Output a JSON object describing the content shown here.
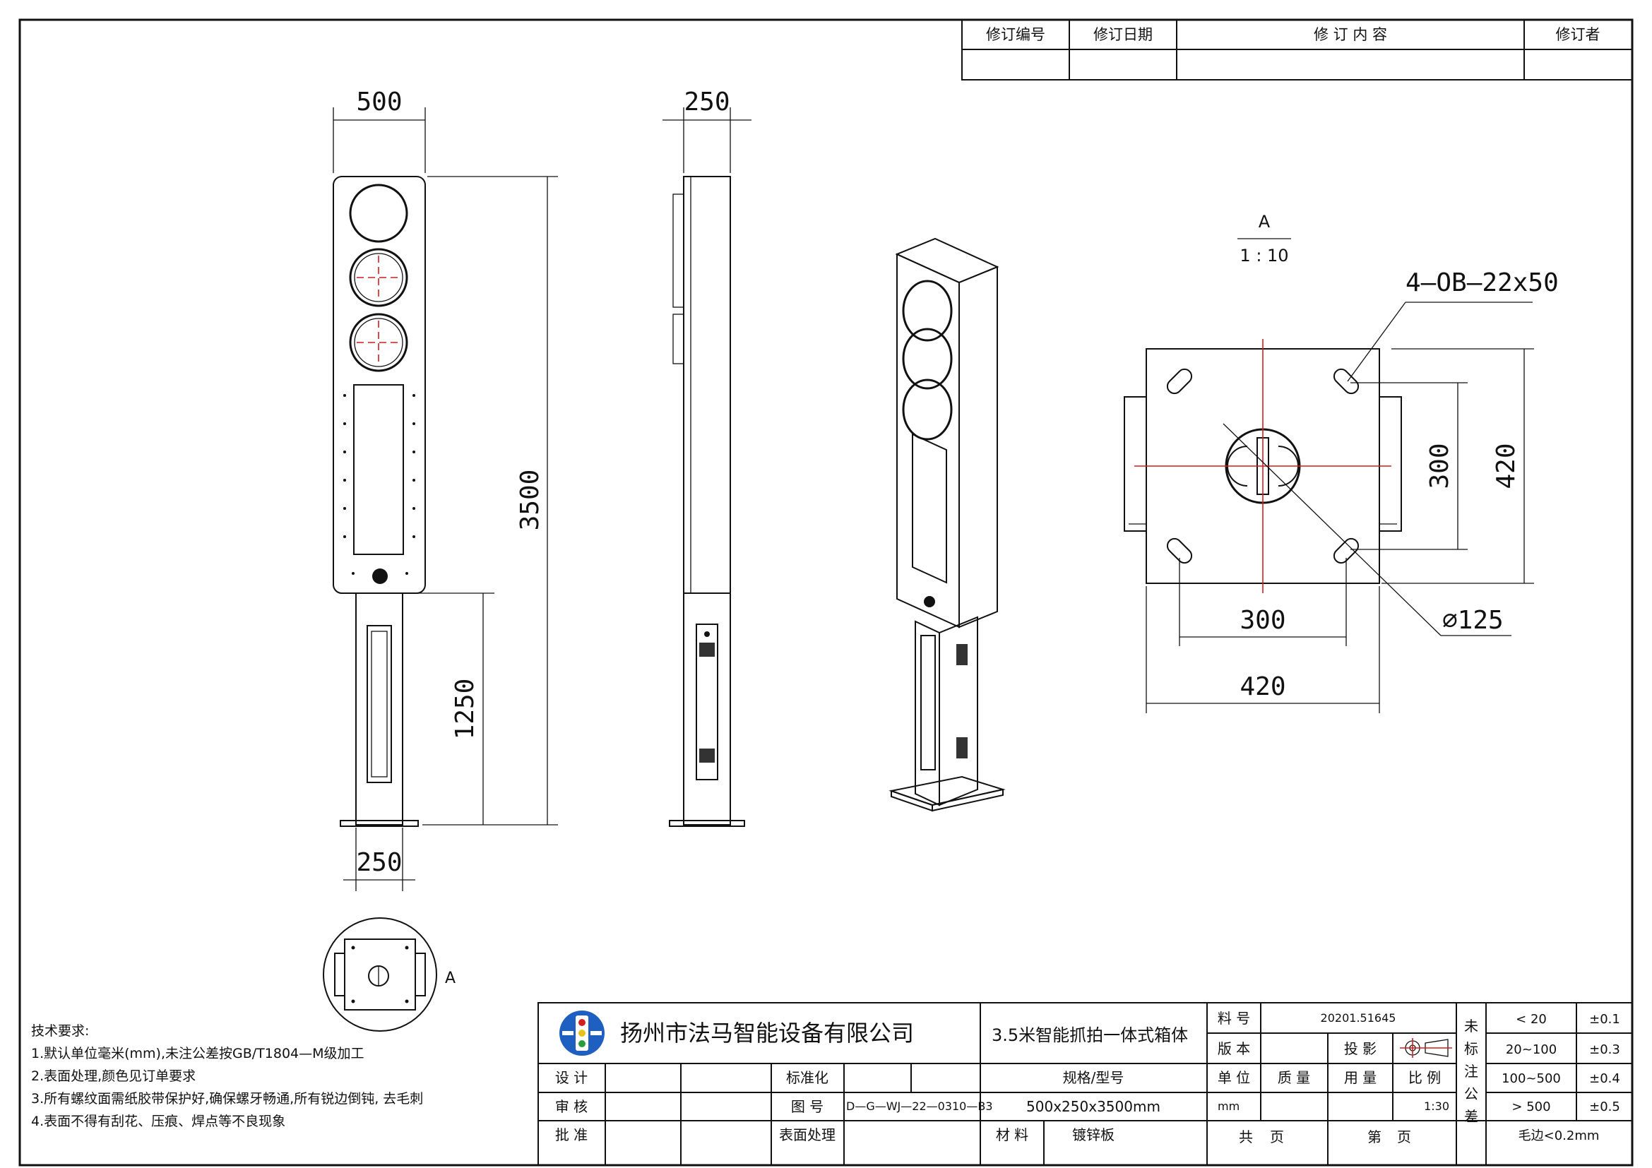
{
  "revision_table": {
    "headers": [
      "修订编号",
      "修订日期",
      "修 订 内 容",
      "修订者"
    ]
  },
  "front_view": {
    "dim_width": "500",
    "dim_height": "3500",
    "dim_pole_height": "1250",
    "dim_pole_width": "250"
  },
  "side_view": {
    "dim_depth": "250"
  },
  "base_plan_small": {
    "label": "A"
  },
  "detail_a": {
    "label": "A",
    "scale": "1 : 10",
    "hole_callout": "4—OB—22x50",
    "dim_inner_v": "300",
    "dim_outer_v": "420",
    "dim_inner_h": "300",
    "dim_outer_h": "420",
    "dim_diameter": "⌀125"
  },
  "tech_requirements": {
    "title": "技术要求:",
    "items": [
      "1.默认单位毫米(mm),未注公差按GB/T1804—M级加工",
      "2.表面处理,颜色见订单要求",
      "3.所有螺纹面需纸胶带保护好,确保螺牙畅通,所有锐边倒钝, 去毛刺",
      "4.表面不得有刮花、压痕、焊点等不良现象"
    ]
  },
  "title_block": {
    "company": "扬州市法马智能设备有限公司",
    "product_name": "3.5米智能抓拍一体式箱体",
    "labels": {
      "design": "设 计",
      "review": "审 核",
      "approve": "批 准",
      "standardize": "标准化",
      "drawing_no": "图 号",
      "surface": "表面处理",
      "spec": "规格/型号",
      "material": "材 料",
      "part_no": "料 号",
      "version": "版 本",
      "projection": "投 影",
      "unit": "单 位",
      "mass": "质 量",
      "usage": "用 量",
      "scale": "比 例",
      "total": "共",
      "pages": "页",
      "sheet": "第",
      "sheet_pages": "页",
      "tol_label": [
        "未",
        "标",
        "注",
        "公",
        "差"
      ]
    },
    "values": {
      "drawing_no": "D—G—WJ—22—0310—B3",
      "spec": "500x250x3500mm",
      "material": "镀锌板",
      "part_no": "20201.51645",
      "unit": "mm",
      "scale": "1:30"
    },
    "tolerances": [
      {
        "range": "< 20",
        "tol": "±0.1"
      },
      {
        "range": "20~100",
        "tol": "±0.3"
      },
      {
        "range": "100~500",
        "tol": "±0.4"
      },
      {
        "range": "> 500",
        "tol": "±0.5"
      }
    ],
    "burr": "毛边<0.2mm",
    "colors": {
      "logo_blue": "#1f5fbf",
      "logo_red": "#d21f1f",
      "logo_green": "#2a9d3a",
      "logo_yellow": "#e8c21a"
    }
  }
}
